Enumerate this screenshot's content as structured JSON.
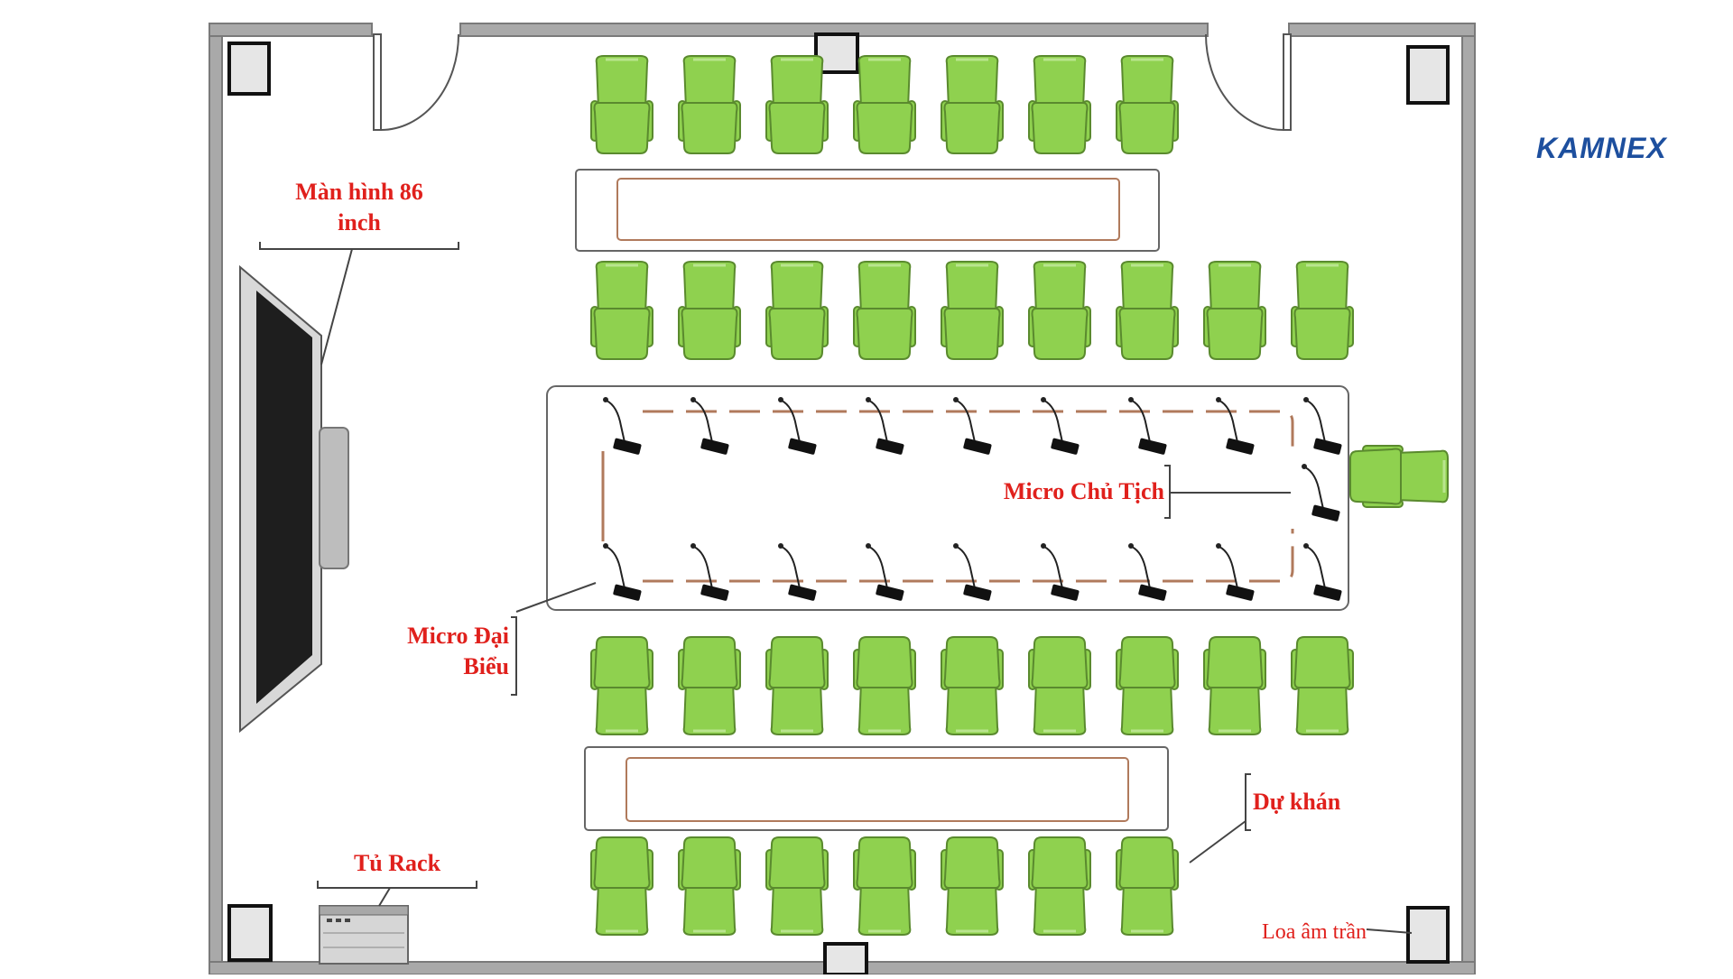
{
  "brand": {
    "logo_text": "KAMNEX",
    "color": "#1d4f9e"
  },
  "colors": {
    "label": "#e0201c",
    "chair": "#8fd14f",
    "chair_stroke": "#5a8a2e",
    "wall": "#a9a9a9",
    "table_cable": "#b07a5c"
  },
  "labels": {
    "screen": [
      "Màn hình 86",
      "inch"
    ],
    "chairman_mic": "Micro Chủ Tịch",
    "delegate_mic": [
      "Micro Đại",
      "Biểu"
    ],
    "audience": "Dự khán",
    "rack": "Tủ Rack",
    "ceiling_speaker": "Loa âm trần"
  },
  "layout_counts": {
    "row1_chairs": 7,
    "row2_chairs": 9,
    "row3_chairs": 9,
    "row4_chairs": 7,
    "delegate_mics_per_side": 9,
    "chairman_mics": 1,
    "ceiling_speakers": 6
  }
}
